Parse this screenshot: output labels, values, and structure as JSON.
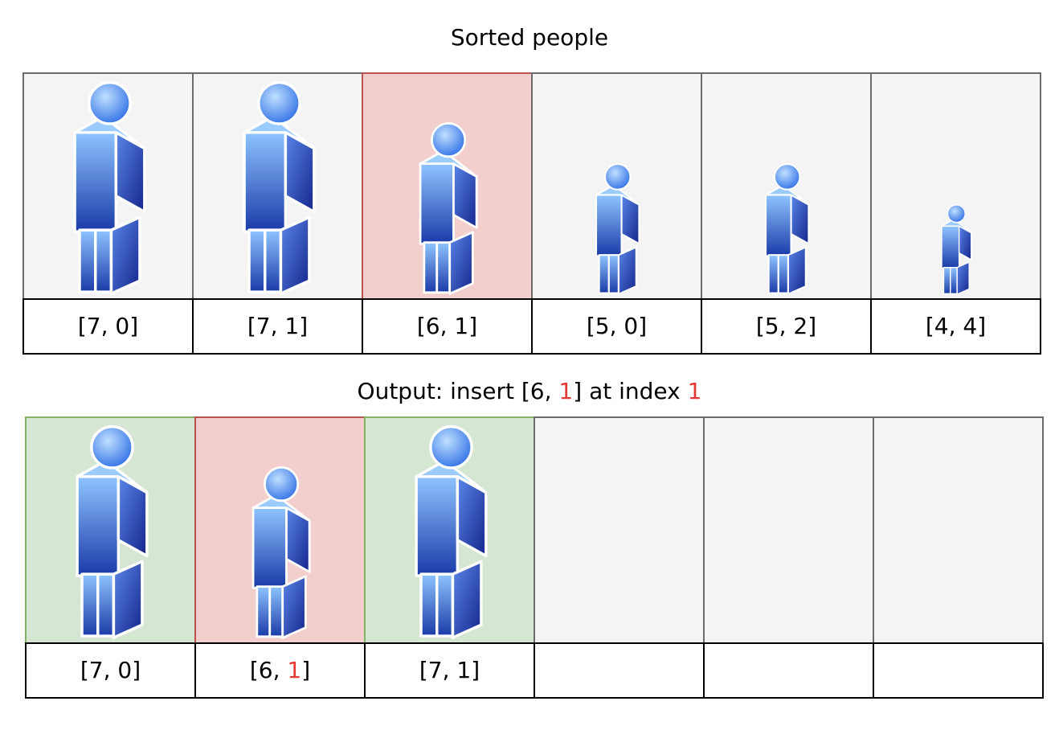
{
  "title_top": "Sorted people",
  "title_bottom": {
    "prefix": "Output: insert [6, ",
    "highlight1": "1",
    "middle": "] at index ",
    "highlight2": "1"
  },
  "colors": {
    "current_fill": "#f2cfcc",
    "current_border": "#b85450",
    "placed_fill": "#d5e7d2",
    "placed_border": "#82b366",
    "empty_fill": "#f4f4f4",
    "highlight_text": "#e53935",
    "figure_light": "#8fc4ff",
    "figure_dark": "#1a3aa8"
  },
  "sorted_people": [
    {
      "label": "[7, 0]",
      "height": 7,
      "state": "default"
    },
    {
      "label": "[7, 1]",
      "height": 7,
      "state": "default"
    },
    {
      "label": "[6, 1]",
      "height": 6,
      "state": "current"
    },
    {
      "label": "[5, 0]",
      "height": 5,
      "state": "default"
    },
    {
      "label": "[5, 2]",
      "height": 5,
      "state": "default"
    },
    {
      "label": "[4, 4]",
      "height": 4,
      "state": "default"
    }
  ],
  "output": [
    {
      "label_h": "[7, 0]",
      "height": 7,
      "state": "placed"
    },
    {
      "label_pre": "[6, ",
      "label_hl": "1",
      "label_post": "]",
      "height": 6,
      "state": "current"
    },
    {
      "label_h": "[7, 1]",
      "height": 7,
      "state": "placed"
    },
    {
      "state": "empty"
    },
    {
      "state": "empty"
    },
    {
      "state": "empty"
    }
  ]
}
